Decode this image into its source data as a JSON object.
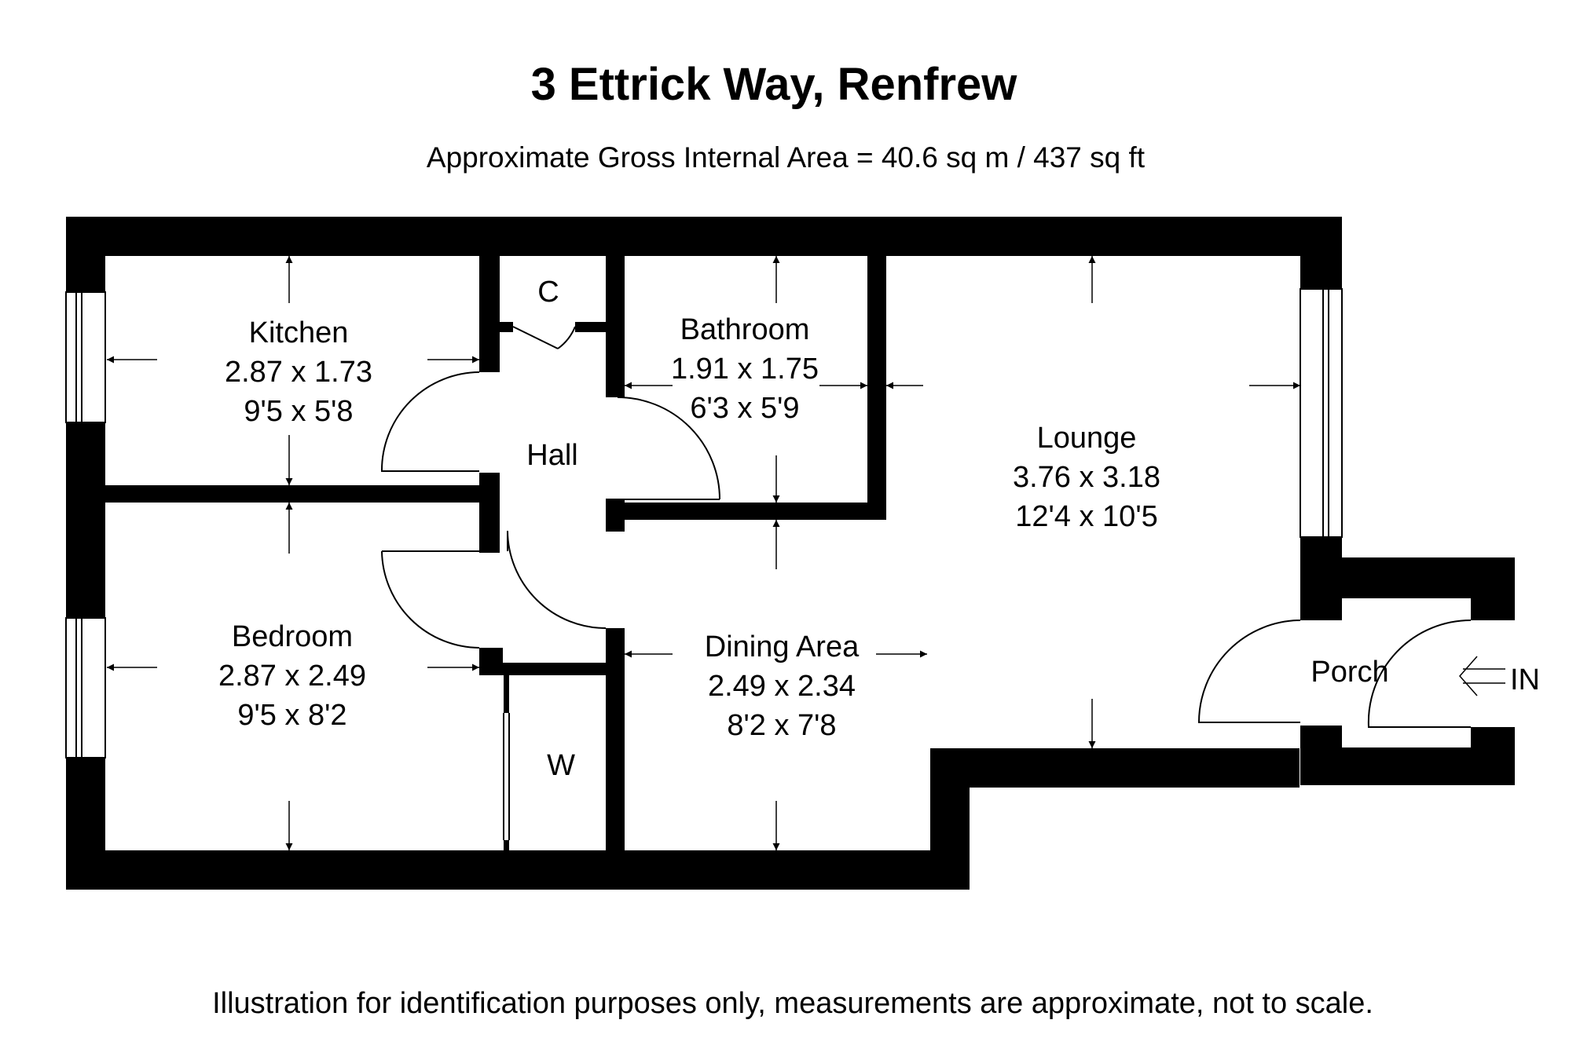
{
  "title": "3 Ettrick Way, Renfrew",
  "subtitle": "Approximate Gross Internal Area = 40.6 sq m / 437 sq ft",
  "disclaimer": "Illustration for identification purposes only, measurements are approximate, not to scale.",
  "colors": {
    "wall": "#000000",
    "background": "#ffffff"
  },
  "rooms": {
    "kitchen": {
      "name": "Kitchen",
      "metric": "2.87 x 1.73",
      "imperial": "9'5 x 5'8"
    },
    "bathroom": {
      "name": "Bathroom",
      "metric": "1.91 x 1.75",
      "imperial": "6'3 x 5'9"
    },
    "lounge": {
      "name": "Lounge",
      "metric": "3.76 x 3.18",
      "imperial": "12'4 x 10'5"
    },
    "bedroom": {
      "name": "Bedroom",
      "metric": "2.87 x 2.49",
      "imperial": "9'5 x 8'2"
    },
    "dining": {
      "name": "Dining Area",
      "metric": "2.49 x 2.34",
      "imperial": "8'2 x 7'8"
    },
    "hall": {
      "name": "Hall"
    },
    "porch": {
      "name": "Porch"
    },
    "cupboard": {
      "name": "C"
    },
    "wardrobe": {
      "name": "W"
    }
  },
  "entrance": {
    "label": "IN",
    "icon": "entrance-arrow-icon"
  }
}
